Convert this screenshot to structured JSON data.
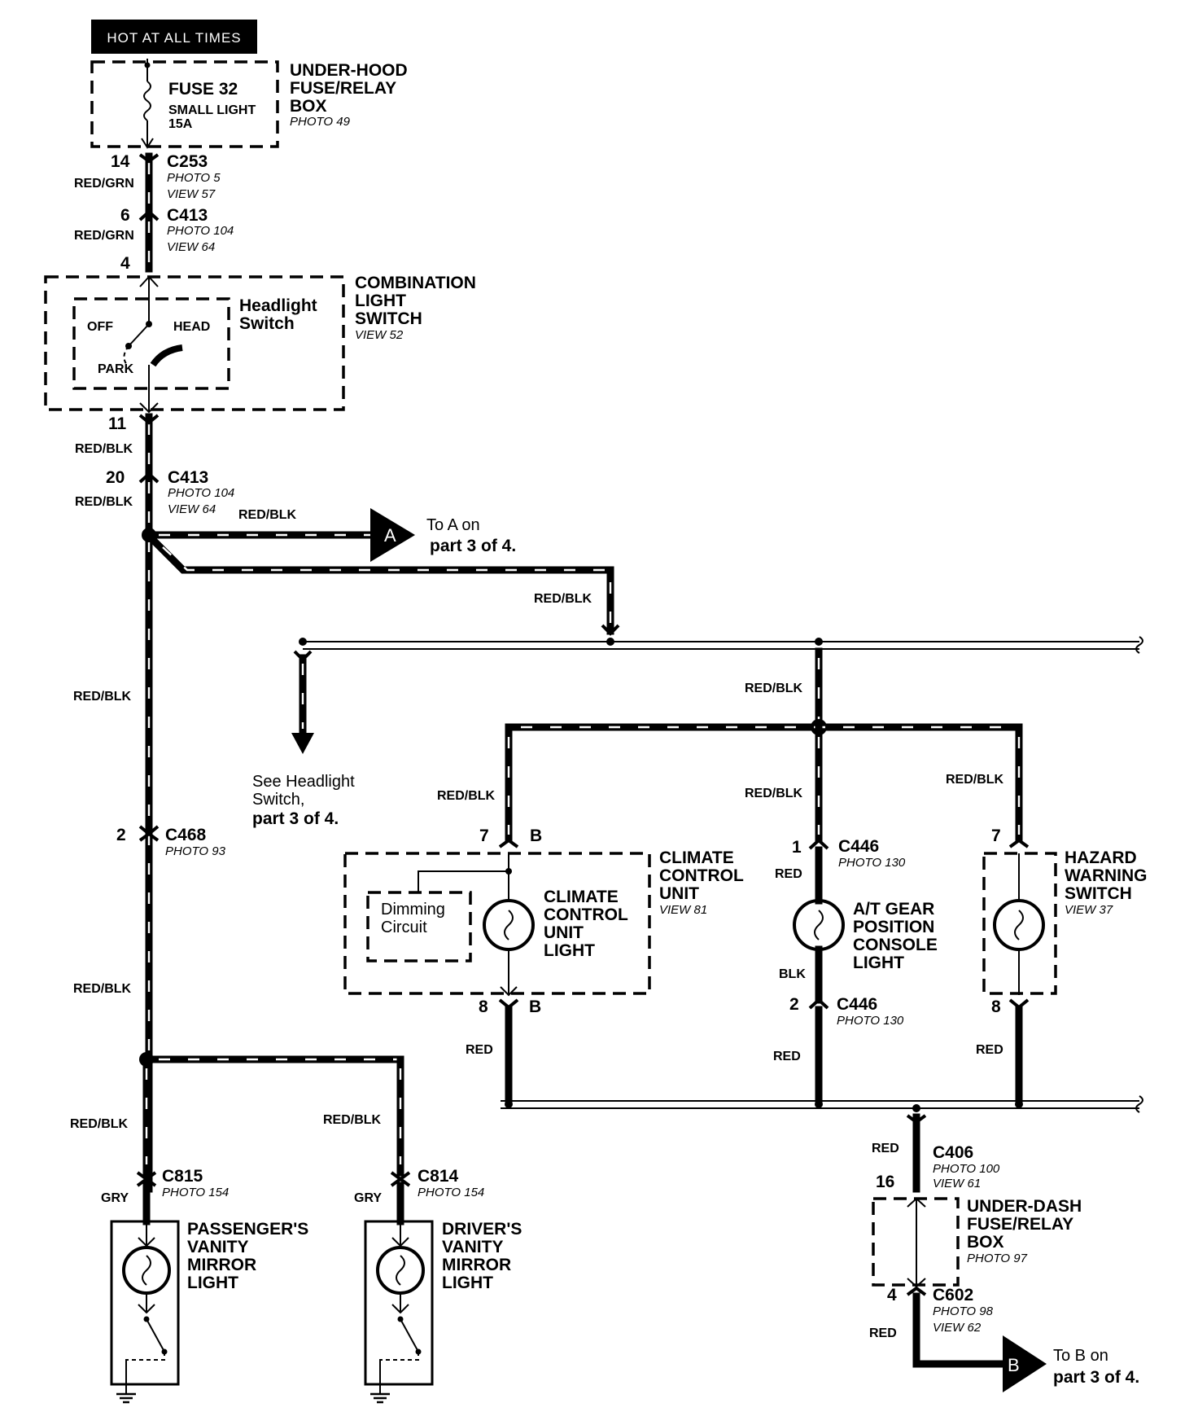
{
  "header": {
    "hot_label": "HOT AT ALL TIMES"
  },
  "fuse_box": {
    "title": [
      "UNDER-HOOD",
      "FUSE/RELAY",
      "BOX"
    ],
    "photo": "PHOTO 49",
    "fuse_name": "FUSE 32",
    "fuse_desc": "SMALL LIGHT",
    "fuse_rating": "15A"
  },
  "connectors": {
    "c253": {
      "pin": "14",
      "name": "C253",
      "photo": "PHOTO 5",
      "view": "VIEW 57"
    },
    "c413_top": {
      "pin": "6",
      "name": "C413",
      "photo": "PHOTO 104",
      "view": "VIEW 64"
    },
    "switch_in_pin": "4",
    "switch_out_pin": "11",
    "c413_bottom": {
      "pin": "20",
      "name": "C413",
      "photo": "PHOTO 104",
      "view": "VIEW 64"
    },
    "c468": {
      "pin": "2",
      "name": "C468",
      "photo": "PHOTO 93"
    },
    "c815": {
      "name": "C815",
      "photo": "PHOTO 154"
    },
    "c814": {
      "name": "C814",
      "photo": "PHOTO 154"
    },
    "c446_top": {
      "pin": "1",
      "name": "C446",
      "photo": "PHOTO 130"
    },
    "c446_bottom": {
      "pin": "2",
      "name": "C446",
      "photo": "PHOTO 130"
    },
    "c406": {
      "pin": "16",
      "name": "C406",
      "photo": "PHOTO 100",
      "view": "VIEW 61"
    },
    "c602": {
      "pin": "4",
      "name": "C602",
      "photo": "PHOTO 98",
      "view": "VIEW 62"
    }
  },
  "wires": {
    "red_grn": "RED/GRN",
    "red_blk": "RED/BLK",
    "red": "RED",
    "blk": "BLK",
    "gry": "GRY"
  },
  "combination_switch": {
    "title": [
      "COMBINATION",
      "LIGHT",
      "SWITCH"
    ],
    "view": "VIEW 52",
    "sub_title": [
      "Headlight",
      "Switch"
    ],
    "off": "OFF",
    "head": "HEAD",
    "park": "PARK"
  },
  "offpage_a": {
    "marker": "A",
    "line1": "To A on",
    "line2": "part 3 of 4."
  },
  "offpage_b": {
    "marker": "B",
    "line1": "To B on",
    "line2": "part 3 of 4."
  },
  "see_headlight": {
    "line1": "See Headlight",
    "line2": "Switch,",
    "line3": "part 3 of 4."
  },
  "climate": {
    "pin_in": "7",
    "term_in": "B",
    "pin_out": "8",
    "term_out": "B",
    "title": [
      "CLIMATE",
      "CONTROL",
      "UNIT"
    ],
    "view": "VIEW 81",
    "dimming": [
      "Dimming",
      "Circuit"
    ],
    "light": [
      "CLIMATE",
      "CONTROL",
      "UNIT",
      "LIGHT"
    ]
  },
  "at_gear": {
    "label": [
      "A/T GEAR",
      "POSITION",
      "CONSOLE",
      "LIGHT"
    ]
  },
  "hazard": {
    "pin_in": "7",
    "pin_out": "8",
    "title": [
      "HAZARD",
      "WARNING",
      "SWITCH"
    ],
    "view": "VIEW 37"
  },
  "under_dash": {
    "title": [
      "UNDER-DASH",
      "FUSE/RELAY",
      "BOX"
    ],
    "photo": "PHOTO 97"
  },
  "passenger_mirror": {
    "label": [
      "PASSENGER'S",
      "VANITY",
      "MIRROR",
      "LIGHT"
    ]
  },
  "driver_mirror": {
    "label": [
      "DRIVER'S",
      "VANITY",
      "MIRROR",
      "LIGHT"
    ]
  }
}
